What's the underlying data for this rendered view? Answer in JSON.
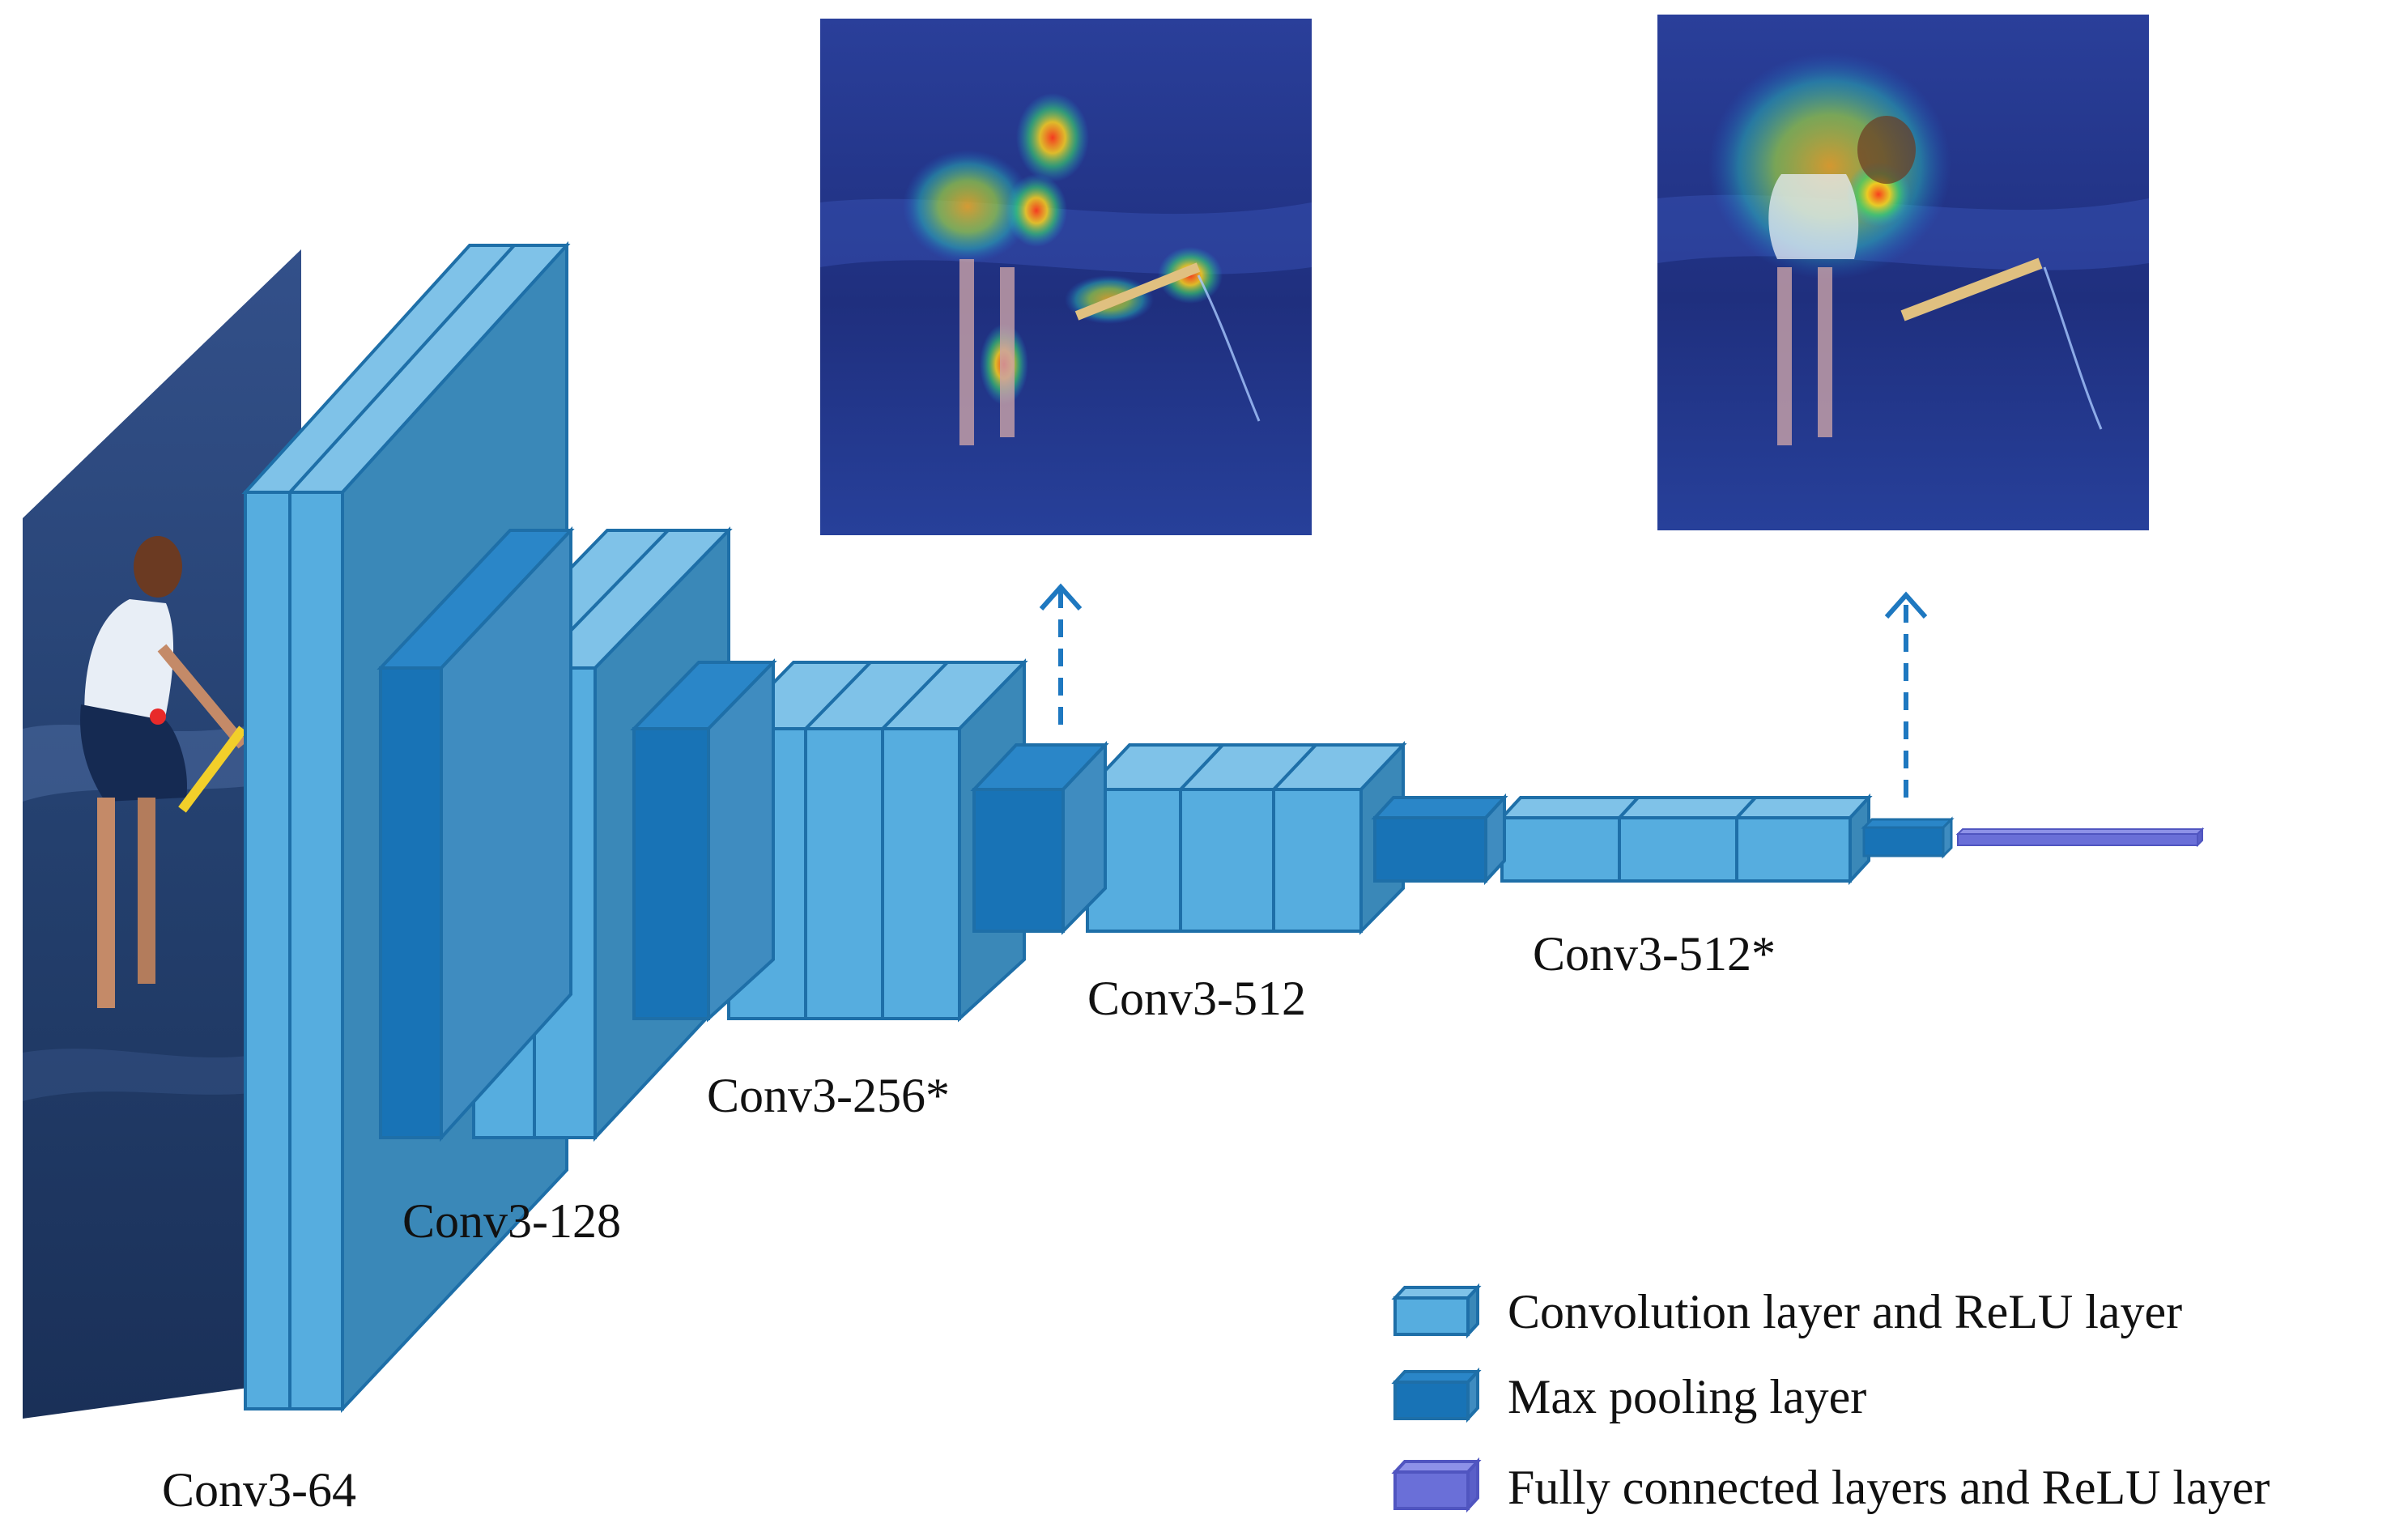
{
  "colors": {
    "conv": "#56ADDF",
    "conv_side": "#3A88B8",
    "conv_top": "#7FC2E8",
    "pool": "#1873B6",
    "pool_side": "#3F8CC0",
    "pool_top": "#2A86C8",
    "fc": "#6A6FD8",
    "fc_top": "#8D91E8",
    "stroke": "#1E6FA8",
    "arrow": "#1E78C0"
  },
  "blocks": [
    {
      "id": "input-image",
      "kind": "image",
      "caption": ""
    },
    {
      "id": "stage1",
      "kind": "conv_stage",
      "caption": "Conv3-64",
      "layers": [
        "conv",
        "conv"
      ]
    },
    {
      "id": "stage2",
      "kind": "conv_stage",
      "caption": "Conv3-128",
      "layers": [
        "pool",
        "conv",
        "conv"
      ]
    },
    {
      "id": "stage3",
      "kind": "conv_stage",
      "caption": "Conv3-256*",
      "layers": [
        "pool",
        "conv",
        "conv",
        "conv"
      ],
      "visualized": true
    },
    {
      "id": "stage4",
      "kind": "conv_stage",
      "caption": "Conv3-512",
      "layers": [
        "pool",
        "conv",
        "conv",
        "conv"
      ]
    },
    {
      "id": "stage5",
      "kind": "conv_stage",
      "caption": "Conv3-512*",
      "layers": [
        "pool",
        "conv",
        "conv",
        "conv"
      ],
      "visualized": true
    },
    {
      "id": "final-pool",
      "kind": "pool",
      "caption": ""
    },
    {
      "id": "fc",
      "kind": "fc",
      "caption": ""
    }
  ],
  "heatmaps": [
    {
      "name": "heatmap-conv3-256",
      "from_stage": "Conv3-256*",
      "icon": "activation-heatmap-image"
    },
    {
      "name": "heatmap-conv3-512",
      "from_stage": "Conv3-512*",
      "icon": "activation-heatmap-image"
    }
  ],
  "labels": {
    "conv3_64": "Conv3-64",
    "conv3_128": "Conv3-128",
    "conv3_256": "Conv3-256*",
    "conv3_512": "Conv3-512",
    "conv3_512s": "Conv3-512*"
  },
  "legend": {
    "conv": "Convolution layer and ReLU layer",
    "pool": "Max pooling layer",
    "fc": "Fully connected layers and ReLU layer"
  }
}
